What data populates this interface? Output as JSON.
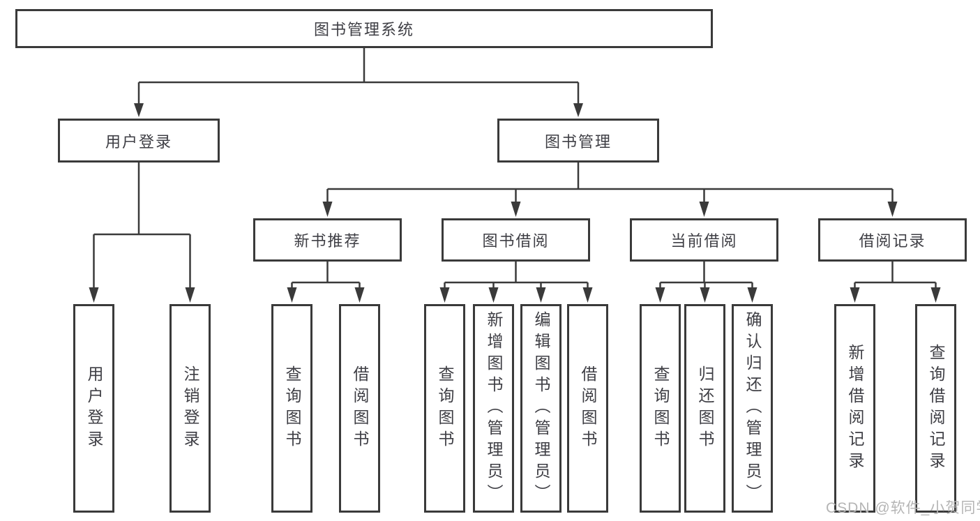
{
  "tree": {
    "label": "图书管理系统",
    "children": [
      {
        "label": "用户登录",
        "children": [
          {
            "label": "用户登录"
          },
          {
            "label": "注销登录"
          }
        ]
      },
      {
        "label": "图书管理",
        "children": [
          {
            "label": "新书推荐",
            "children": [
              {
                "label": "查询图书"
              },
              {
                "label": "借阅图书"
              }
            ]
          },
          {
            "label": "图书借阅",
            "children": [
              {
                "label": "查询图书"
              },
              {
                "label": "新增图书（管理员）"
              },
              {
                "label": "编辑图书（管理员）"
              },
              {
                "label": "借阅图书"
              }
            ]
          },
          {
            "label": "当前借阅",
            "children": [
              {
                "label": "查询图书"
              },
              {
                "label": "归还图书"
              },
              {
                "label": "确认归还（管理员）"
              }
            ]
          },
          {
            "label": "借阅记录",
            "children": [
              {
                "label": "新增借阅记录"
              },
              {
                "label": "查询借阅记录"
              }
            ]
          }
        ]
      }
    ]
  },
  "watermark": {
    "text": "CSDN @软件_小贺同学"
  },
  "colors": {
    "line": "#3a3a3a",
    "box_border": "#3a3a3a",
    "text": "#3e3e44",
    "watermark": "#b5b5b5",
    "background": "#ffffff"
  }
}
